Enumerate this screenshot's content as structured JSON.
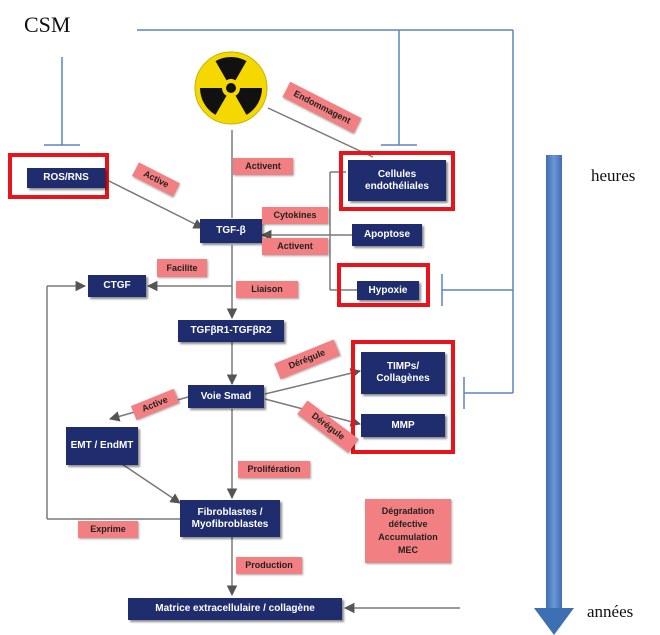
{
  "corner_label": "CSM",
  "time_axis": {
    "start": "heures",
    "end": "années"
  },
  "nodes": {
    "ros": "ROS/RNS",
    "cellules": "Cellules endothéliales",
    "tgf": "TGF-β",
    "apoptose": "Apoptose",
    "ctgf": "CTGF",
    "hypoxie": "Hypoxie",
    "receptor": "TGFβR1-TGFβR2",
    "timps": "TIMPs/ Collagènes",
    "smad": "Voie Smad",
    "mmp": "MMP",
    "emt": "EMT / EndMT",
    "fibro": "Fibroblastes / Myofibroblastes",
    "matrice": "Matrice extracellulaire / collagène"
  },
  "labels": {
    "endommagent": "Endommagent",
    "activent1": "Activent",
    "active1": "Active",
    "cytokines": "Cytokines",
    "activent2": "Activent",
    "facilite": "Facilite",
    "liaison": "Liaison",
    "deregule1": "Dérégule",
    "active2": "Active",
    "deregule2": "Dérégule",
    "proliferation": "Prolifération",
    "exprime": "Exprime",
    "production": "Production",
    "degradation": "Dégradation défective Accumulation MEC"
  },
  "colors": {
    "node_fill": "#1f2d6e",
    "label_fill": "#f27f82",
    "highlight": "#e8141c",
    "inhibit_line": "#5b84c4",
    "arrow_axis": "#4f7fc1"
  },
  "icons": {
    "radiation": "radiation-trefoil-icon"
  }
}
